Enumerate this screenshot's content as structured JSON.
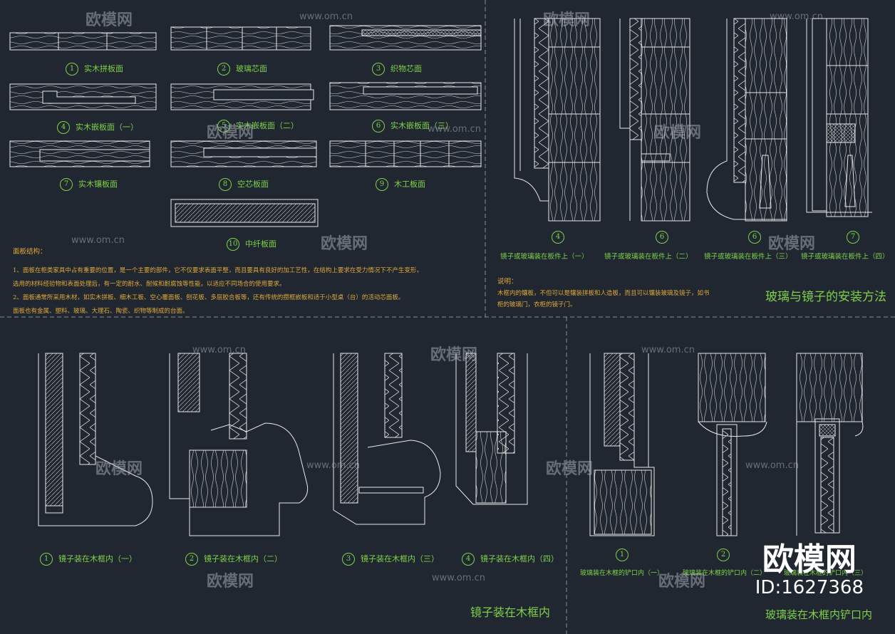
{
  "panels": {
    "panel_types": [
      {
        "n": "1",
        "label": "实木拼板面"
      },
      {
        "n": "2",
        "label": "玻璃芯面"
      },
      {
        "n": "3",
        "label": "织物芯面"
      },
      {
        "n": "4",
        "label": "实木嵌板面（一）"
      },
      {
        "n": "5",
        "label": "实木嵌板面（二）"
      },
      {
        "n": "6",
        "label": "实木嵌板面（三）"
      },
      {
        "n": "7",
        "label": "实木镶板面"
      },
      {
        "n": "8",
        "label": "空芯板面"
      },
      {
        "n": "9",
        "label": "木工板面"
      },
      {
        "n": "10",
        "label": "中纤板面"
      }
    ],
    "notes_title": "面板结构：",
    "notes": [
      "1、面板在柜类家具中占有重要的位置，是一个主要的部件，它不仅要求表面平整，而且要具有良好的加工艺性，在结构上要求在受力情况下不产生变形，",
      "选用的材料经验物和表面处理后，有一定的耐水、耐候和耐腐蚀等性能，以适应不同场合的使用要求。",
      "2、面板通常所采用木材，如实木拼板、细木工板、空心覆面板、刨花板、多层胶合板等，还有传统的攒框嵌板和适于小型桌（台）的活动芯面板。",
      "面板也有金属、塑料、玻璃、大理石、陶瓷、织物等制成的台面。"
    ]
  },
  "glass_install": {
    "items": [
      {
        "n": "4",
        "label": "镜子或玻璃装在板件上（一）"
      },
      {
        "n": "6",
        "label": "镜子或玻璃装在板件上（二）"
      },
      {
        "n": "6",
        "label": "镜子或玻璃装在板件上（三）"
      },
      {
        "n": "7",
        "label": "镜子或玻璃装在板件上（四）"
      }
    ],
    "note_title": "说明：",
    "note_lines": [
      "木框内的镶板，不但可以是镶装拼板和人造板，而且可以镶装玻璃及镜子，如书",
      "柜的玻璃门，衣柜的镜子门。"
    ],
    "title": "玻璃与镜子的安装方法"
  },
  "mirror_frame": {
    "items": [
      {
        "n": "1",
        "label": "镜子装在木框内（一）"
      },
      {
        "n": "2",
        "label": "镜子装在木框内（二）"
      },
      {
        "n": "3",
        "label": "镜子装在木框内（三）"
      },
      {
        "n": "4",
        "label": "镜子装在木框内（四）"
      }
    ],
    "title": "镜子装在木框内"
  },
  "glass_groove": {
    "items": [
      {
        "n": "1",
        "label": "玻璃装在木框的铲口内（一）"
      },
      {
        "n": "2",
        "label": "玻璃装在木框的铲口内（二）"
      },
      {
        "n": "3",
        "label": "玻璃装在木框的铲口内（三）"
      }
    ],
    "title": "玻璃装在木框内铲口内"
  },
  "watermark": {
    "brand": "欧模网",
    "url": "www.om.cn"
  },
  "stamp": {
    "brand": "欧模网",
    "id": "ID:1627368"
  },
  "colors": {
    "background": "#202730",
    "line": "#e8e8e8",
    "label": "#7fd14a",
    "note": "#e0a83a"
  }
}
